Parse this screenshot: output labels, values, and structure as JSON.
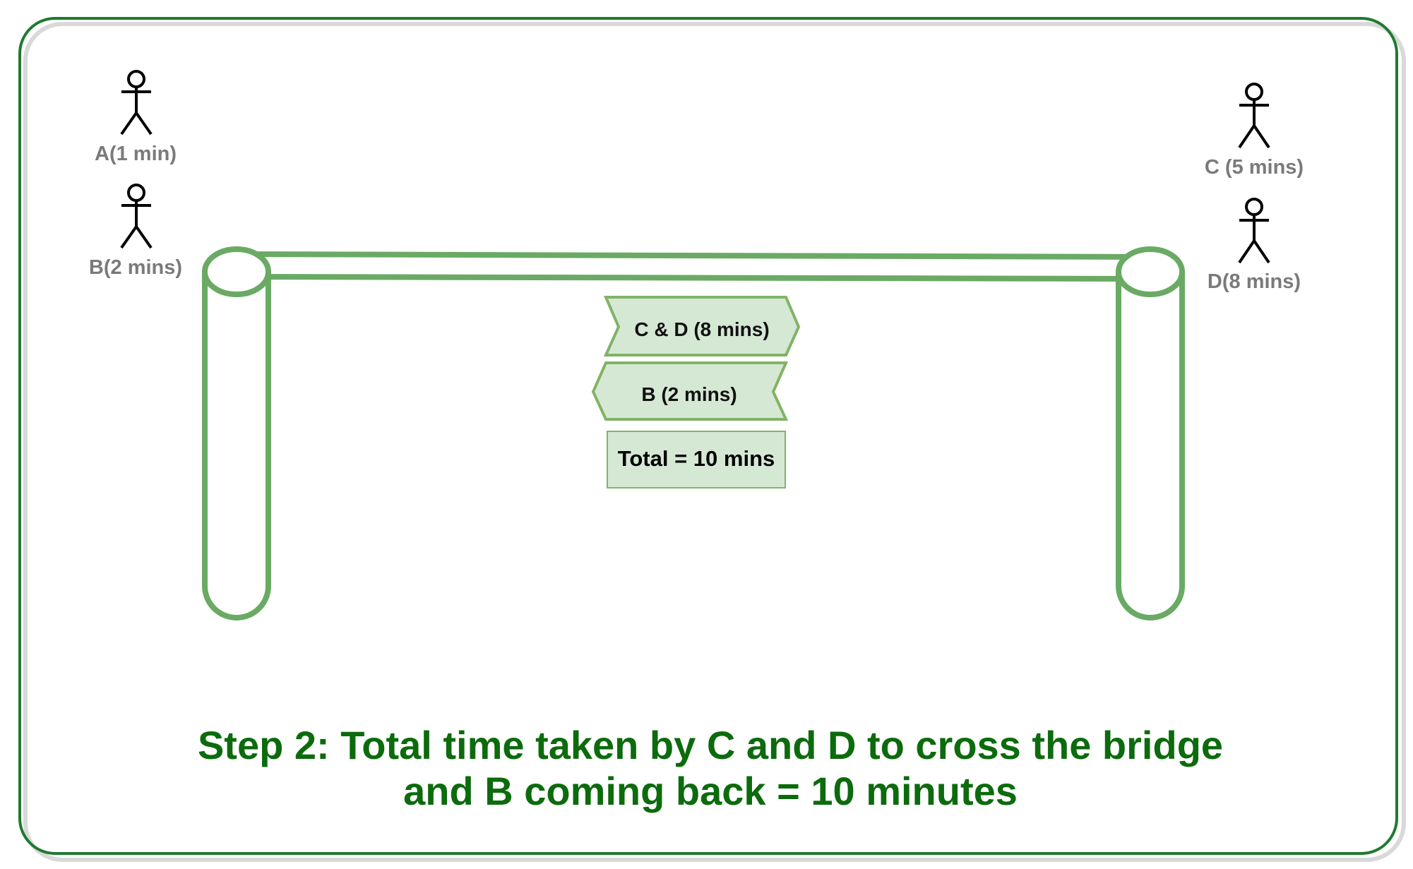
{
  "colors": {
    "frame": "#1f7a2e",
    "frame_shadow": "#d9d9d9",
    "pillar": "#6aaa64",
    "box_fill": "#d5e8d4",
    "box_stroke": "#82b366",
    "person_label": "#7a7a7a",
    "caption": "#0c6b0c"
  },
  "people": {
    "a": "A(1 min)",
    "b": "B(2 mins)",
    "c": "C (5 mins)",
    "d": "D(8 mins)"
  },
  "steps": {
    "forward": "C & D (8 mins)",
    "back": "B (2 mins)",
    "total": "Total = 10 mins"
  },
  "caption": {
    "line1": "Step 2: Total time taken by C and D to cross the bridge",
    "line2": "and B coming back = 10 minutes"
  }
}
